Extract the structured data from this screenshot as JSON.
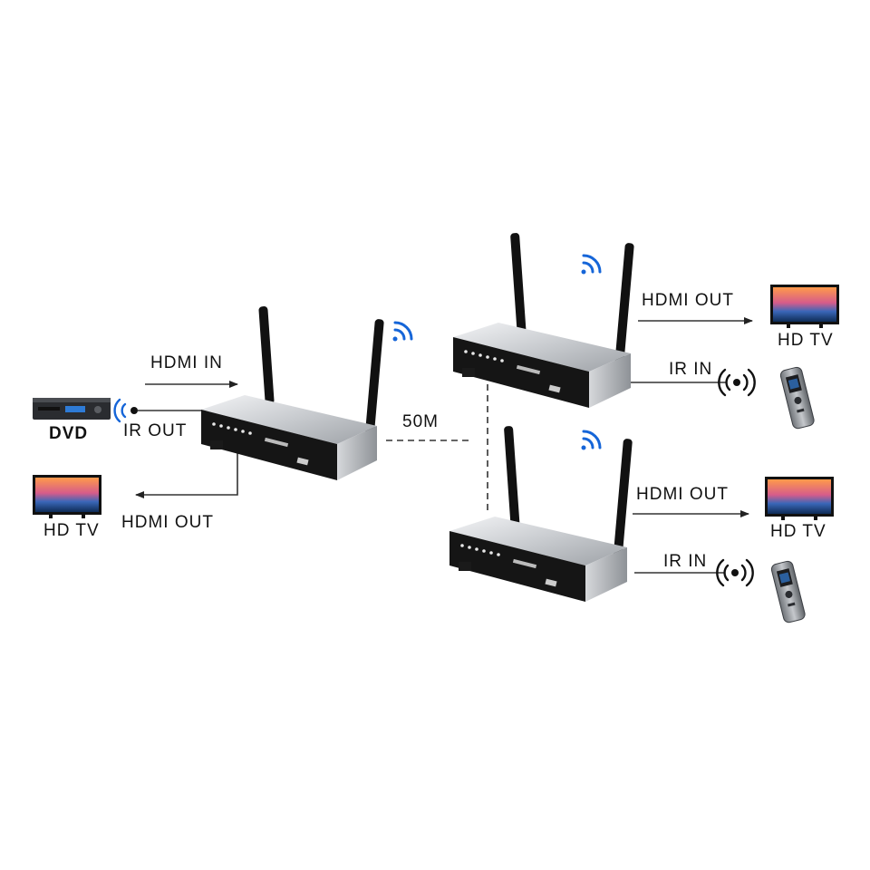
{
  "labels": {
    "hdmi_in": "HDMI IN",
    "ir_out": "IR OUT",
    "dvd": "DVD",
    "left_hd_tv": "HD TV",
    "left_hdmi_out": "HDMI OUT",
    "distance": "50M",
    "rx1_hdmi_out": "HDMI OUT",
    "rx1_hd_tv": "HD TV",
    "rx1_ir_in": "IR IN",
    "rx2_hdmi_out": "HDMI OUT",
    "rx2_hd_tv": "HD TV",
    "rx2_ir_in": "IR IN"
  },
  "devices": {
    "transmitter": "transmitter-unit",
    "receivers": [
      "receiver-unit-1",
      "receiver-unit-2"
    ]
  },
  "colors": {
    "wifi": "#1565d8",
    "line": "#333333",
    "device_body": "#c9ccd0",
    "device_front": "#151515",
    "antenna": "#111111"
  }
}
